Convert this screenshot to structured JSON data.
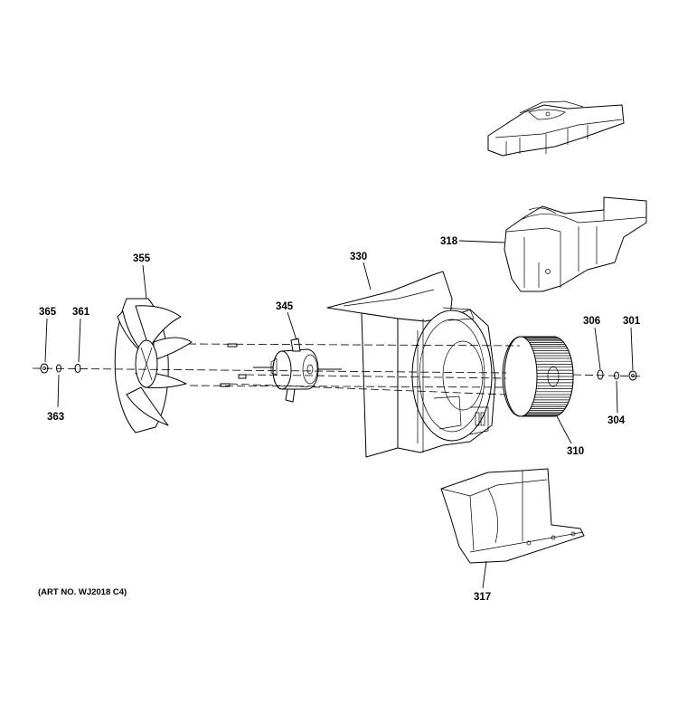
{
  "callouts": {
    "p301": "301",
    "p304": "304",
    "p306": "306",
    "p310": "310",
    "p317": "317",
    "p318": "318",
    "p330": "330",
    "p345": "345",
    "p355": "355",
    "p361": "361",
    "p363": "363",
    "p365": "365"
  },
  "art_number": "(ART NO. WJ2018 C4)"
}
